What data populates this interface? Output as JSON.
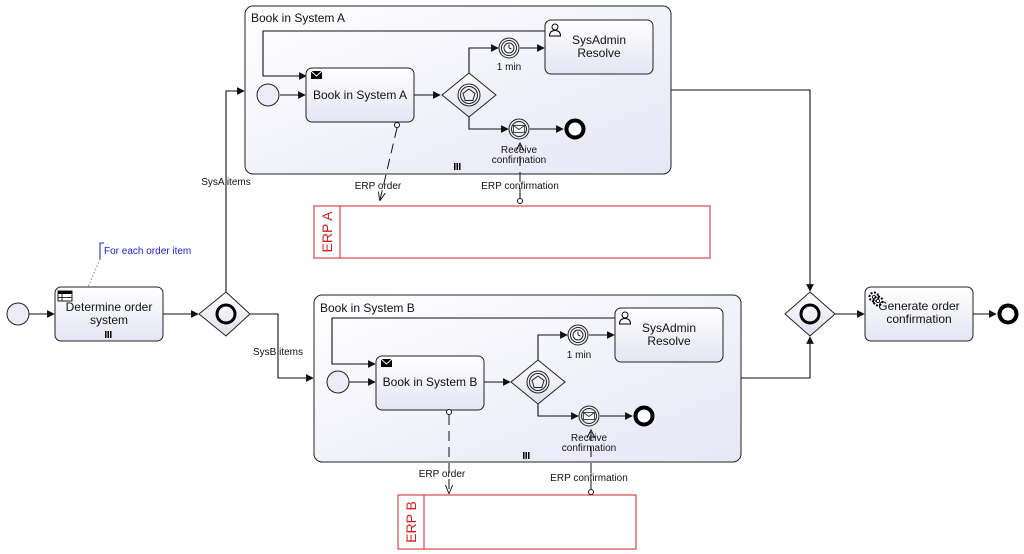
{
  "process": {
    "determine_task": "Determine order system",
    "determine_task_lines": [
      "Determine order",
      "system"
    ],
    "annotation": "For each order item",
    "generate_task": "Generate order confirmation",
    "generate_task_lines": [
      "Generate order",
      "confirmation"
    ],
    "flow_sysa": "SysA items",
    "flow_sysb": "SysB items"
  },
  "subprocess_a": {
    "title": "Book in System A",
    "book_task": "Book in System A",
    "timer_label": "1 min",
    "resolve_task": "SysAdmin Resolve",
    "resolve_lines": [
      "SysAdmin",
      "Resolve"
    ],
    "receive_label": "Receive confirmation",
    "receive_lines": [
      "Receive",
      "confirmation"
    ],
    "erp_order": "ERP order",
    "erp_confirmation": "ERP confirmation",
    "pool": "ERP A"
  },
  "subprocess_b": {
    "title": "Book in System B",
    "book_task": "Book in System B",
    "timer_label": "1 min",
    "resolve_task": "SysAdmin Resolve",
    "resolve_lines": [
      "SysAdmin",
      "Resolve"
    ],
    "receive_label": "Receive confirmation",
    "receive_lines": [
      "Receive",
      "confirmation"
    ],
    "erp_order": "ERP order",
    "erp_confirmation": "ERP confirmation",
    "pool": "ERP B"
  },
  "icons": {
    "start_event": "start-event-icon",
    "end_event": "end-event-icon",
    "inclusive_gateway": "inclusive-gateway-icon",
    "event_based_gateway": "event-based-gateway-icon",
    "timer": "timer-icon",
    "message": "message-icon",
    "user_task": "user-task-icon",
    "service_task": "service-task-icon",
    "business_rule": "business-rule-task-icon",
    "multi_instance": "parallel-multi-instance-icon"
  },
  "colors": {
    "pool_border": "#d42020",
    "annotation": "#1a1adb",
    "task_fill": "#ececf6"
  }
}
